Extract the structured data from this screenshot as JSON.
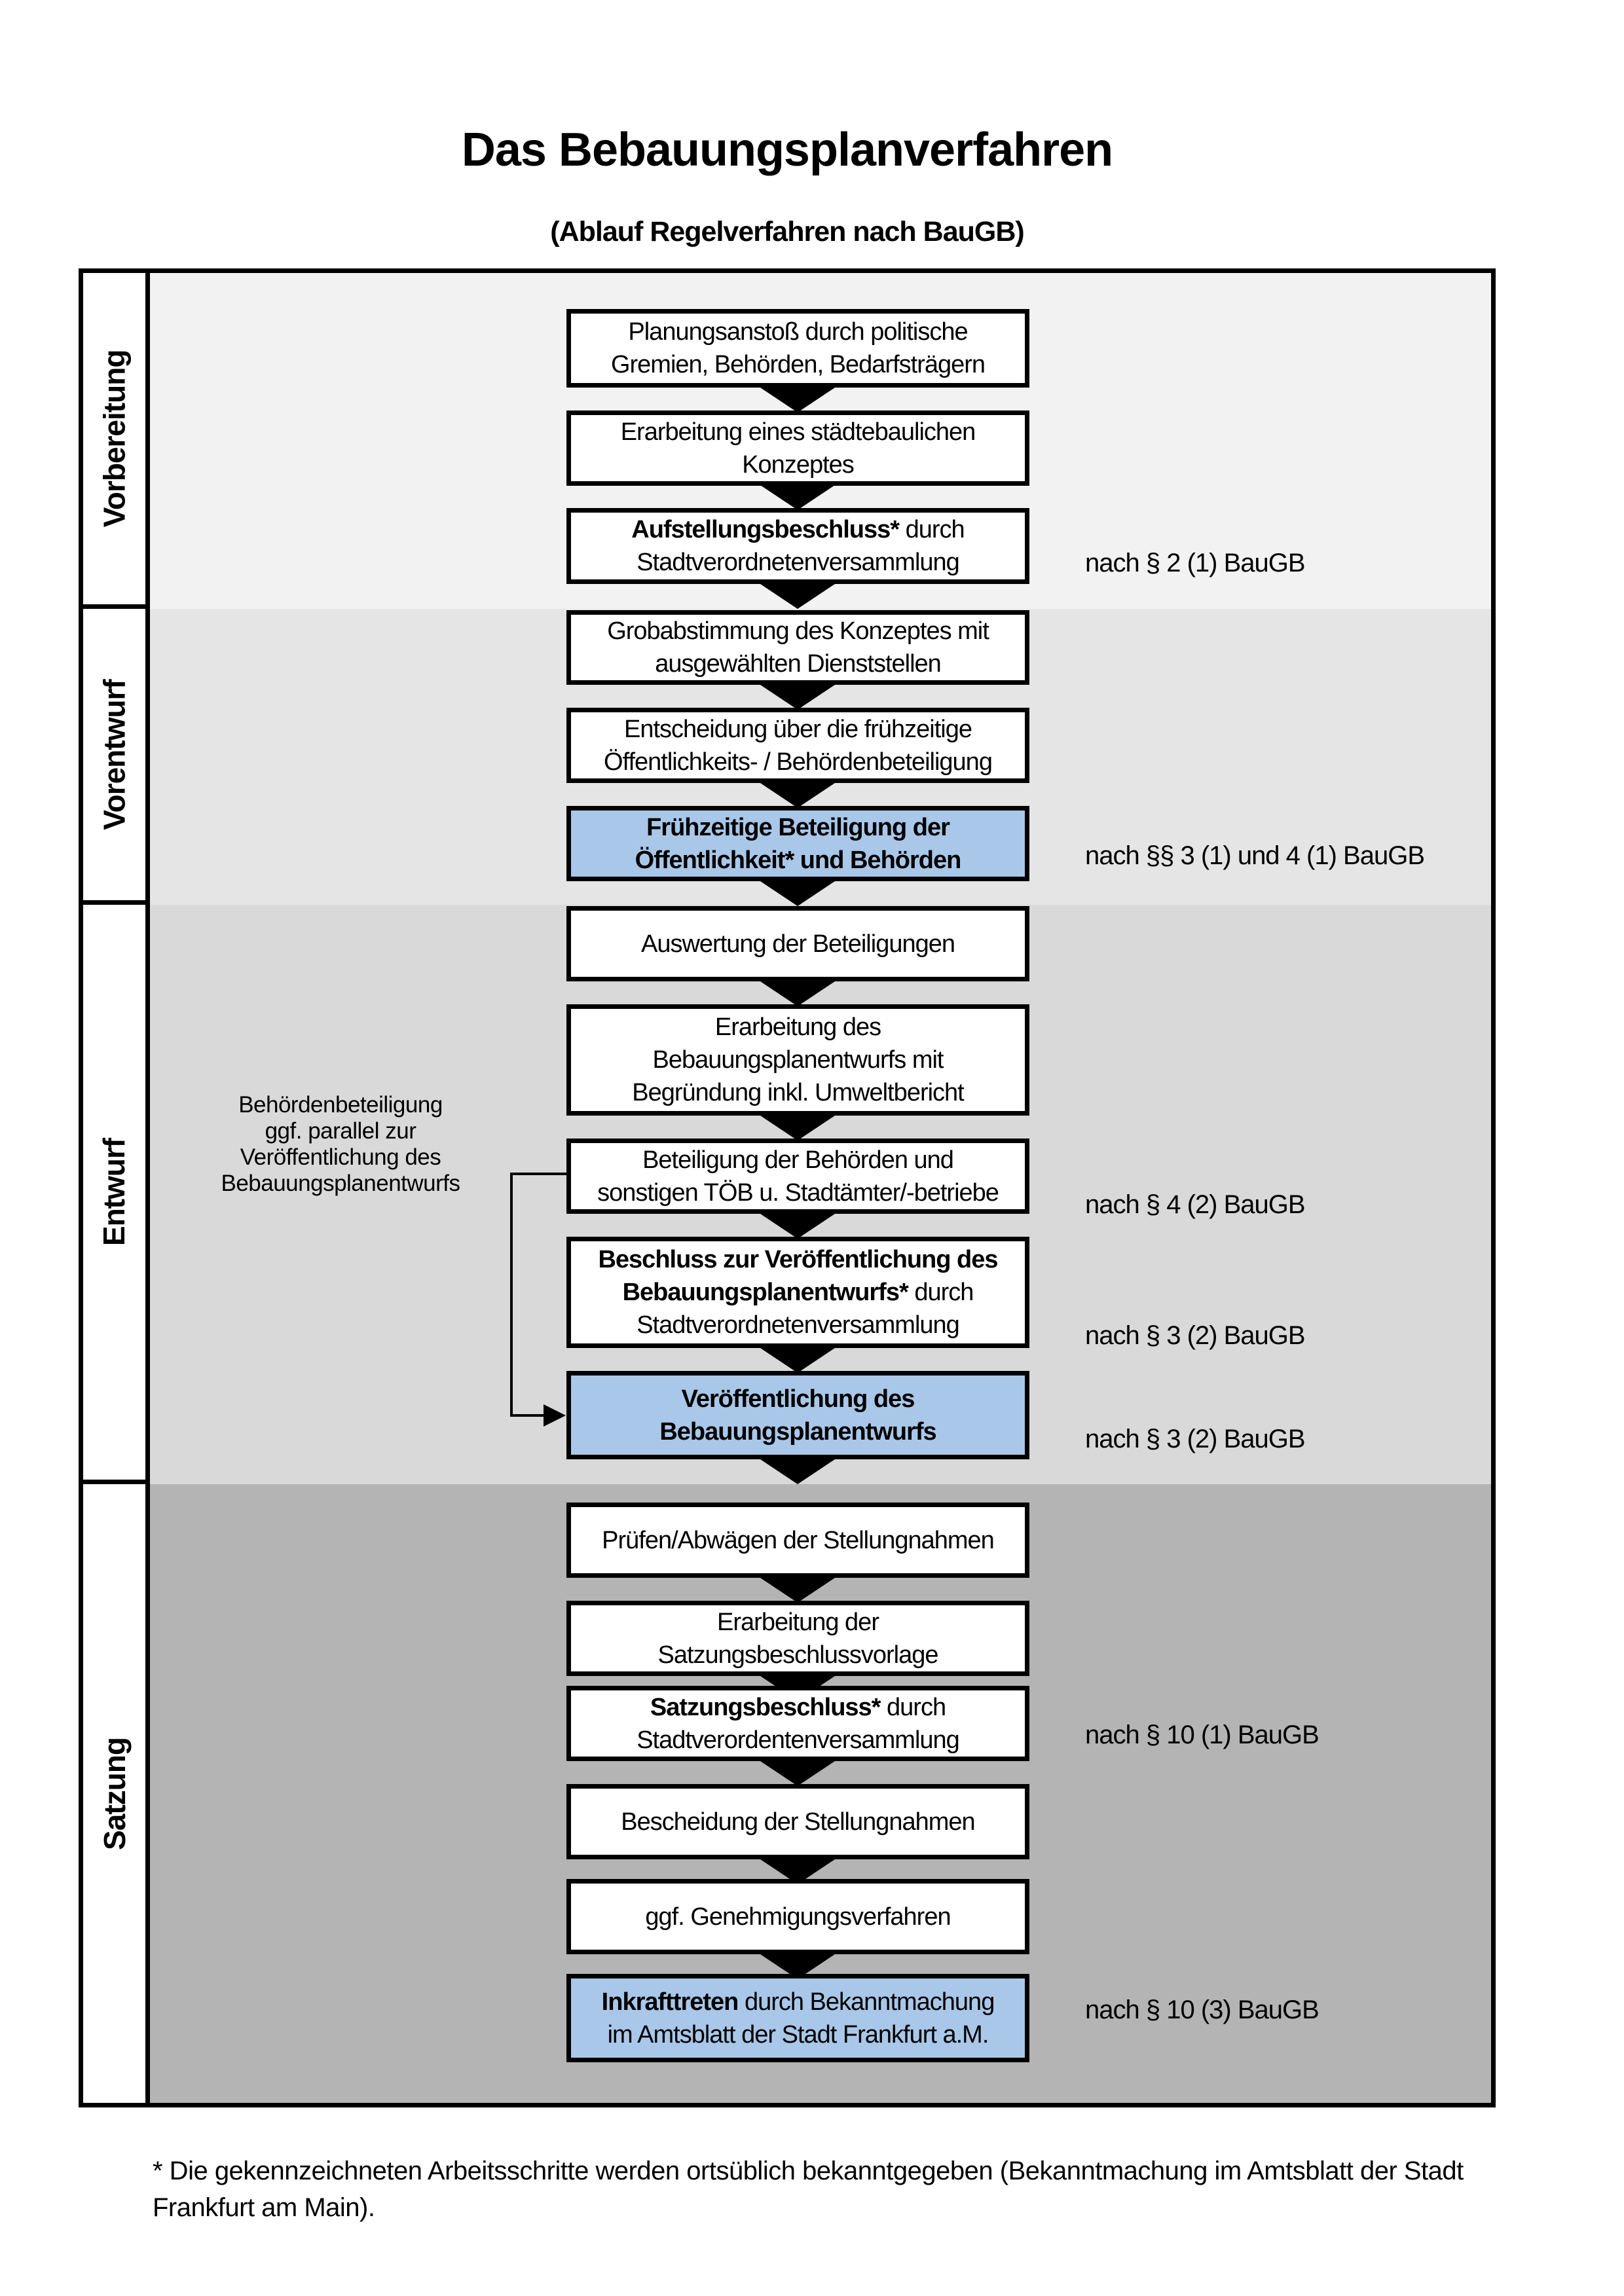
{
  "title": "Das Bebauungsplanverfahren",
  "subtitle": "(Ablauf Regelverfahren nach BauGB)",
  "phases": [
    {
      "label": "Vorbereitung"
    },
    {
      "label": "Vorentwurf"
    },
    {
      "label": "Entwurf"
    },
    {
      "label": "Satzung"
    }
  ],
  "boxes": [
    {
      "lines": [
        {
          "r": "Planungsanstoß durch politische"
        },
        {
          "r": "Gremien, Behörden, Bedarfsträgern"
        }
      ]
    },
    {
      "lines": [
        {
          "r": "Erarbeitung eines städtebaulichen"
        },
        {
          "r": "Konzeptes"
        }
      ]
    },
    {
      "lines": [
        {
          "b": "Aufstellungsbeschluss*",
          "r": " durch"
        },
        {
          "r": "Stadtverordnetenversammlung"
        }
      ]
    },
    {
      "lines": [
        {
          "r": "Grobabstimmung des Konzeptes mit"
        },
        {
          "r": "ausgewählten Dienststellen"
        }
      ]
    },
    {
      "lines": [
        {
          "r": "Entscheidung über die frühzeitige"
        },
        {
          "r": "Öffentlichkeits- / Behördenbeteiligung"
        }
      ]
    },
    {
      "highlighted": true,
      "lines": [
        {
          "b": "Frühzeitige Beteiligung der"
        },
        {
          "b": "Öffentlichkeit* und Behörden"
        }
      ]
    },
    {
      "lines": [
        {
          "r": "Auswertung der Beteiligungen"
        }
      ]
    },
    {
      "lines": [
        {
          "r": "Erarbeitung des"
        },
        {
          "r": "Bebauungsplanentwurfs mit"
        },
        {
          "r": "Begründung inkl. Umweltbericht"
        }
      ]
    },
    {
      "lines": [
        {
          "r": "Beteiligung der Behörden und"
        },
        {
          "r": "sonstigen TÖB u. Stadtämter/-betriebe"
        }
      ]
    },
    {
      "lines": [
        {
          "b": "Beschluss zur Veröffentlichung des"
        },
        {
          "b": "Bebauungsplanentwurfs*",
          "r": " durch"
        },
        {
          "r": "Stadtverordnetenversammlung"
        }
      ]
    },
    {
      "highlighted": true,
      "lines": [
        {
          "b": "Veröffentlichung des"
        },
        {
          "b": "Bebauungsplanentwurfs"
        }
      ]
    },
    {
      "lines": [
        {
          "r": "Prüfen/Abwägen der Stellungnahmen"
        }
      ]
    },
    {
      "lines": [
        {
          "r": "Erarbeitung der"
        },
        {
          "r": "Satzungsbeschlussvorlage"
        }
      ]
    },
    {
      "lines": [
        {
          "b": "Satzungsbeschluss*",
          "r": " durch"
        },
        {
          "r": "Stadtverordentenversammlung"
        }
      ]
    },
    {
      "lines": [
        {
          "r": "Bescheidung der Stellungnahmen"
        }
      ]
    },
    {
      "lines": [
        {
          "r": "ggf. Genehmigungsverfahren"
        }
      ]
    },
    {
      "highlighted": true,
      "lines": [
        {
          "b": "Inkrafttreten",
          "r": " durch Bekanntmachung"
        },
        {
          "r": "im Amtsblatt der Stadt Frankfurt a.M."
        }
      ]
    }
  ],
  "refs": [
    "nach § 2 (1) BauGB",
    "nach §§ 3 (1) und 4 (1) BauGB",
    "nach § 4 (2) BauGB",
    "nach § 3 (2) BauGB",
    "nach § 3 (2) BauGB",
    "nach § 10 (1) BauGB",
    "nach § 10 (3) BauGB"
  ],
  "side_note": {
    "line1": "Behördenbeteiligung",
    "line2": "ggf. parallel zur",
    "line3": "Veröffentlichung des",
    "line4": "Bebauungsplanentwurfs"
  },
  "footnote": {
    "line1": "* Die gekennzeichneten Arbeitsschritte werden ortsüblich bekanntgegeben (Bekanntmachung im Amtsblatt  der Stadt",
    "line2": "Frankfurt am Main)."
  },
  "colors": {
    "highlight_blue": "#a9c7e8",
    "section_vorbereitung": "#f2f2f2",
    "section_vorentwurf": "#e5e5e5",
    "section_entwurf": "#d9d9d9",
    "section_satzung": "#b4b4b4",
    "box_border": "#000000"
  }
}
